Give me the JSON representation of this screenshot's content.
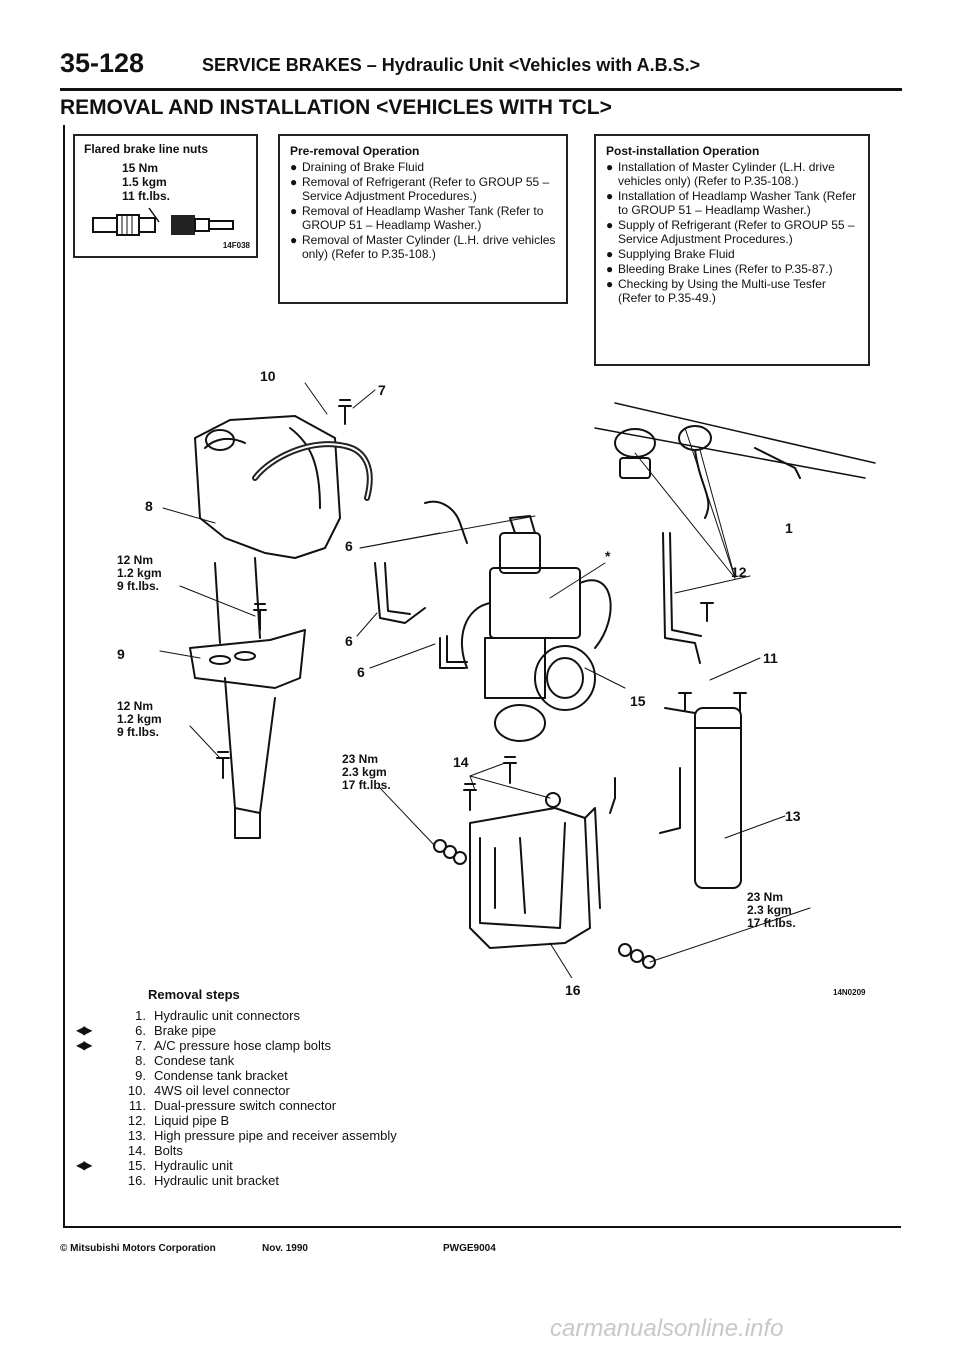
{
  "header": {
    "page_number": "35-128",
    "title": "SERVICE BRAKES – Hydraulic Unit <Vehicles with A.B.S.>"
  },
  "section_title": "REMOVAL AND INSTALLATION <VEHICLES WITH TCL>",
  "flare_box": {
    "title": "Flared brake line nuts",
    "values": [
      "15 Nm",
      "1.5 kgm",
      "11 ft.lbs."
    ],
    "code": "14F038"
  },
  "pre_removal": {
    "title": "Pre-removal Operation",
    "items": [
      "Draining of Brake Fluid",
      "Removal of Refrigerant (Refer to GROUP 55 – Service Adjustment Procedures.)",
      "Removal of Headlamp Washer Tank (Refer to GROUP 51 – Headlamp Washer.)",
      "Removal of Master Cylinder (L.H. drive vehicles only) (Refer to P.35-108.)"
    ]
  },
  "post_installation": {
    "title": "Post-installation Operation",
    "items": [
      "Installation of Master Cylinder (L.H. drive vehicles only) (Refer to P.35-108.)",
      "Installation of Headlamp Washer Tank (Refer to GROUP 51 – Headlamp Washer.)",
      "Supply of Refrigerant (Refer to GROUP 55 – Service Adjustment Procedures.)",
      "Supplying Brake Fluid",
      "Bleeding Brake Lines (Refer to P.35-87.)",
      "Checking by Using the Multi-use Tesfer (Refer to P.35-49.)"
    ]
  },
  "diagram": {
    "code": "14N0209",
    "callouts": [
      "10",
      "7",
      "8",
      "6",
      "6",
      "6",
      "*",
      "1",
      "12",
      "9",
      "11",
      "15",
      "14",
      "13",
      "16"
    ],
    "torques": {
      "t12_a": [
        "12 Nm",
        "1.2 kgm",
        "9 ft.lbs."
      ],
      "t12_b": [
        "12 Nm",
        "1.2 kgm",
        "9 ft.lbs."
      ],
      "t23_a": [
        "23 Nm",
        "2.3 kgm",
        "17 ft.lbs."
      ],
      "t23_b": [
        "23 Nm",
        "2.3 kgm",
        "17 ft.lbs."
      ]
    }
  },
  "removal_steps": {
    "title": "Removal steps",
    "steps": [
      {
        "num": "1.",
        "text": "Hydraulic unit connectors",
        "marker": ""
      },
      {
        "num": "6.",
        "text": "Brake pipe",
        "marker": "◀▶"
      },
      {
        "num": "7.",
        "text": "A/C pressure hose clamp bolts",
        "marker": "◀▶"
      },
      {
        "num": "8.",
        "text": "Condese tank",
        "marker": ""
      },
      {
        "num": "9.",
        "text": "Condense tank bracket",
        "marker": ""
      },
      {
        "num": "10.",
        "text": "4WS oil level connector",
        "marker": ""
      },
      {
        "num": "11.",
        "text": "Dual-pressure switch connector",
        "marker": ""
      },
      {
        "num": "12.",
        "text": "Liquid pipe B",
        "marker": ""
      },
      {
        "num": "13.",
        "text": "High pressure pipe and receiver assembly",
        "marker": ""
      },
      {
        "num": "14.",
        "text": "Bolts",
        "marker": ""
      },
      {
        "num": "15.",
        "text": "Hydraulic unit",
        "marker": "◀▶"
      },
      {
        "num": "16.",
        "text": "Hydraulic unit bracket",
        "marker": ""
      }
    ]
  },
  "footer": {
    "copyright": "© Mitsubishi Motors Corporation",
    "date": "Nov. 1990",
    "code": "PWGE9004"
  },
  "watermark": "carmanualsonline.info"
}
